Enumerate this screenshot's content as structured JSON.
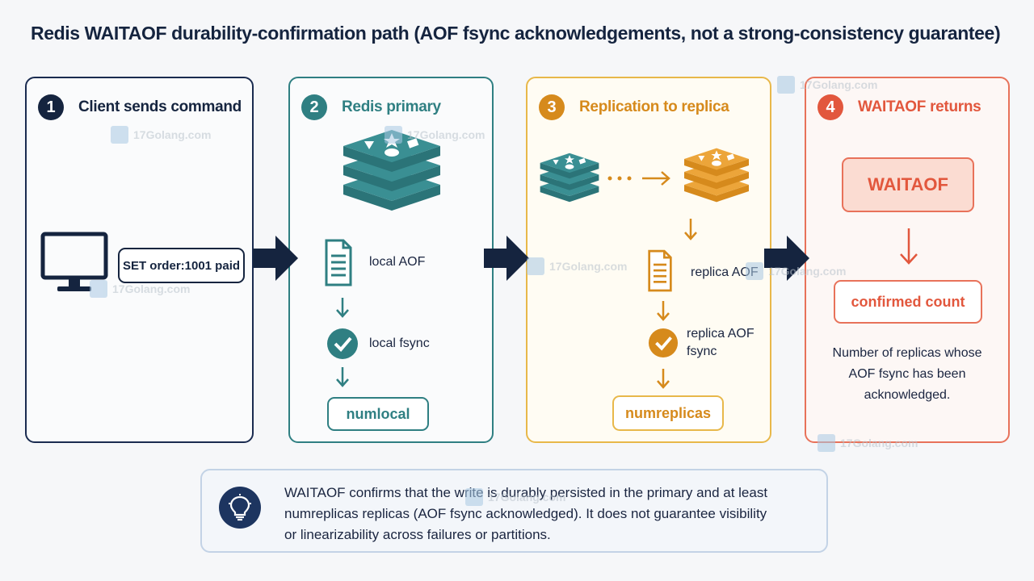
{
  "title": "Redis WAITAOF durability-confirmation path (AOF fsync acknowledgements, not a strong-consistency guarantee)",
  "steps": [
    {
      "num": "1",
      "title": "Client sends command",
      "color": "#15243f"
    },
    {
      "num": "2",
      "title": "Redis primary",
      "color": "#2f7f82"
    },
    {
      "num": "3",
      "title": "Replication to replica",
      "color": "#d68a1c"
    },
    {
      "num": "4",
      "title": "WAITAOF returns",
      "color": "#e2573d"
    }
  ],
  "client": {
    "command": "SET order:1001 paid"
  },
  "primary": {
    "aof_label": "local AOF",
    "fsync_label": "local fsync",
    "result": "numlocal"
  },
  "replica": {
    "aof_label": "replica AOF",
    "fsync_label_1": "replica AOF",
    "fsync_label_2": "fsync",
    "result": "numreplicas"
  },
  "returns": {
    "command": "WAITAOF",
    "result": "confirmed count",
    "desc_1": "Number of replicas whose",
    "desc_2": "AOF fsync has been",
    "desc_3": "acknowledged."
  },
  "note": {
    "line_1": "WAITAOF confirms that the write is durably persisted in the primary and at least",
    "line_2": "numreplicas replicas (AOF fsync acknowledged). It does not guarantee visibility",
    "line_3": "or linearizability across failures or partitions."
  },
  "watermark": "17Golang.com",
  "icons": [
    "monitor-icon",
    "redis-stack-icon",
    "document-icon",
    "check-circle-icon",
    "arrow-down-icon",
    "arrow-right-icon",
    "lightbulb-icon"
  ]
}
